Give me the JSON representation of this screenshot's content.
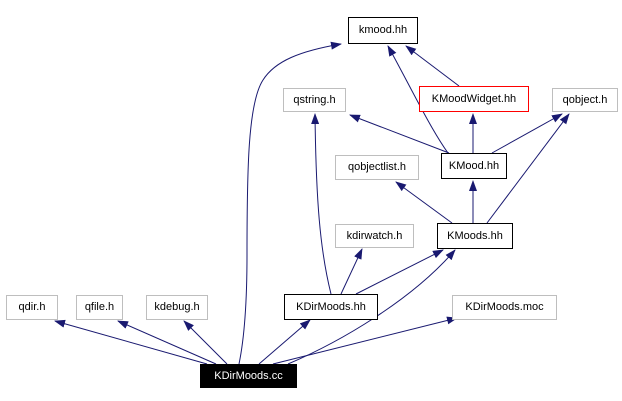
{
  "diagram": {
    "type": "include-dependency-graph",
    "background_color": "#ffffff",
    "edge_color": "#191970",
    "colors": {
      "project_node_border": "#000000",
      "external_node_border": "#bebebe",
      "truncated_node_border": "#ff0000",
      "root_node_fill": "#000000",
      "root_node_text": "#ffffff"
    },
    "nodes": [
      {
        "id": "kmood-hh",
        "label": "kmood.hh",
        "style": "project"
      },
      {
        "id": "qstring-h",
        "label": "qstring.h",
        "style": "external"
      },
      {
        "id": "kmoodwidget-hh",
        "label": "KMoodWidget.hh",
        "style": "truncated"
      },
      {
        "id": "qobject-h",
        "label": "qobject.h",
        "style": "external"
      },
      {
        "id": "qobjectlist-h",
        "label": "qobjectlist.h",
        "style": "external"
      },
      {
        "id": "kmood2-hh",
        "label": "KMood.hh",
        "style": "project"
      },
      {
        "id": "kdirwatch-h",
        "label": "kdirwatch.h",
        "style": "external"
      },
      {
        "id": "kmoods-hh",
        "label": "KMoods.hh",
        "style": "project"
      },
      {
        "id": "qdir-h",
        "label": "qdir.h",
        "style": "external"
      },
      {
        "id": "qfile-h",
        "label": "qfile.h",
        "style": "external"
      },
      {
        "id": "kdebug-h",
        "label": "kdebug.h",
        "style": "external"
      },
      {
        "id": "kdirmoods-hh",
        "label": "KDirMoods.hh",
        "style": "project"
      },
      {
        "id": "kdirmoods-moc",
        "label": "KDirMoods.moc",
        "style": "external"
      },
      {
        "id": "kdirmoods-cc",
        "label": "KDirMoods.cc",
        "style": "root"
      }
    ],
    "edges": [
      {
        "from": "KDirMoods.cc",
        "to": "qdir.h"
      },
      {
        "from": "KDirMoods.cc",
        "to": "qfile.h"
      },
      {
        "from": "KDirMoods.cc",
        "to": "kdebug.h"
      },
      {
        "from": "KDirMoods.cc",
        "to": "kmood.hh"
      },
      {
        "from": "KDirMoods.cc",
        "to": "KDirMoods.hh"
      },
      {
        "from": "KDirMoods.cc",
        "to": "KDirMoods.moc"
      },
      {
        "from": "KDirMoods.cc",
        "to": "KMoods.hh"
      },
      {
        "from": "KDirMoods.hh",
        "to": "qstring.h"
      },
      {
        "from": "KDirMoods.hh",
        "to": "kdirwatch.h"
      },
      {
        "from": "KDirMoods.hh",
        "to": "KMoods.hh"
      },
      {
        "from": "KMoods.hh",
        "to": "qobjectlist.h"
      },
      {
        "from": "KMoods.hh",
        "to": "KMood.hh"
      },
      {
        "from": "KMoods.hh",
        "to": "qobject.h"
      },
      {
        "from": "KMood.hh",
        "to": "kmood.hh"
      },
      {
        "from": "KMood.hh",
        "to": "qstring.h"
      },
      {
        "from": "KMood.hh",
        "to": "KMoodWidget.hh"
      },
      {
        "from": "KMood.hh",
        "to": "qobject.h"
      },
      {
        "from": "KMoodWidget.hh",
        "to": "kmood.hh"
      }
    ]
  }
}
